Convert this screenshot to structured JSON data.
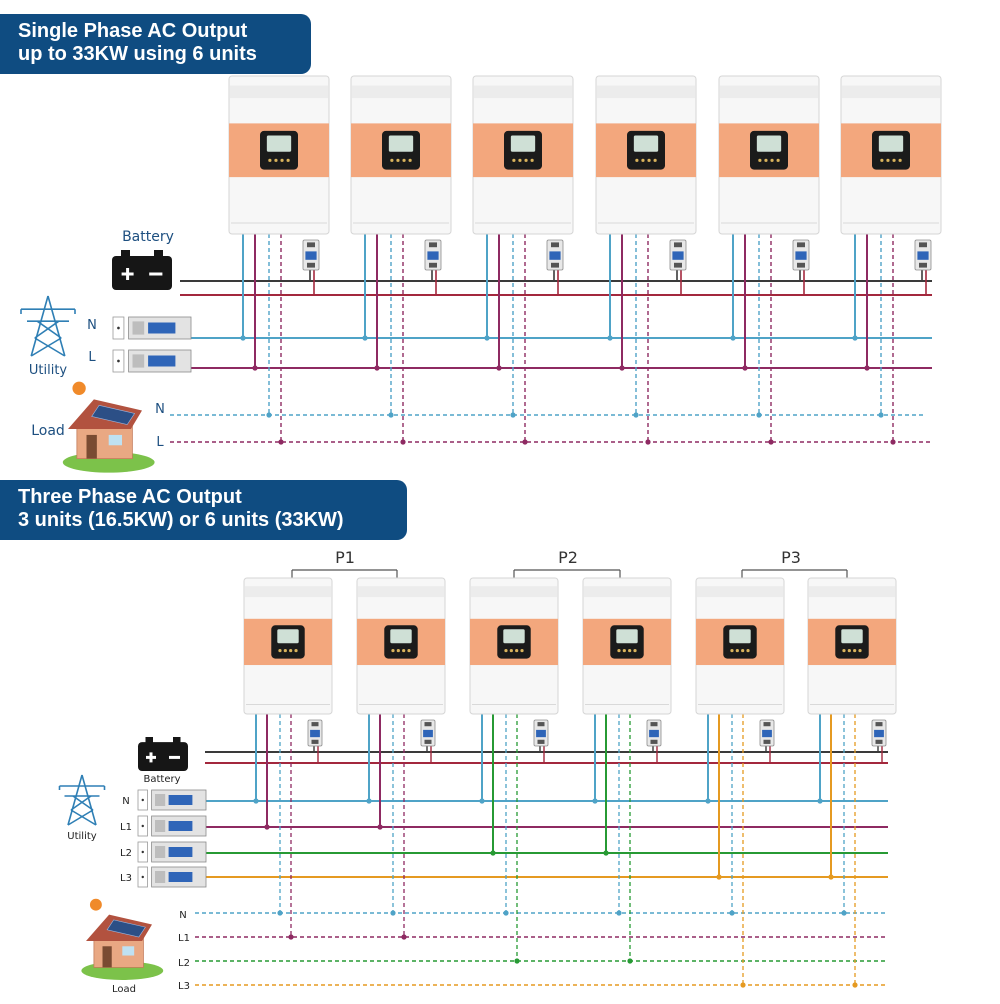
{
  "section1": {
    "title_line1": "Single Phase AC Output",
    "title_line2": "up to 33KW using 6 units",
    "labels": {
      "battery": "Battery",
      "utility": "Utility",
      "load": "Load",
      "utility_n": "N",
      "utility_l": "L",
      "load_n": "N",
      "load_l": "L"
    },
    "units": 6
  },
  "section2": {
    "title_line1": "Three Phase AC Output",
    "title_line2": "3 units (16.5KW) or 6 units (33KW)",
    "groups": [
      "P1",
      "P2",
      "P3"
    ],
    "labels": {
      "battery": "Battery",
      "utility": "Utility",
      "load": "Load",
      "utility_lines": [
        "N",
        "L1",
        "L2",
        "L3"
      ],
      "load_lines": [
        "N",
        "L1",
        "L2",
        "L3"
      ]
    },
    "units": 6
  },
  "colors": {
    "banner": "#0f4c81",
    "inverter_band": "#f3a77d",
    "battery_line": "#3a3a3a",
    "battery_pos_line": "#a3283d",
    "neutral": "#4fa3c7",
    "line_l": "#8e2a62",
    "phase_l2": "#279a34",
    "phase_l3": "#e59a21",
    "tower": "#2f7fb5"
  },
  "icons": [
    "battery-icon",
    "utility-tower-icon",
    "house-load-icon",
    "breaker-icon",
    "inverter-unit-icon"
  ]
}
